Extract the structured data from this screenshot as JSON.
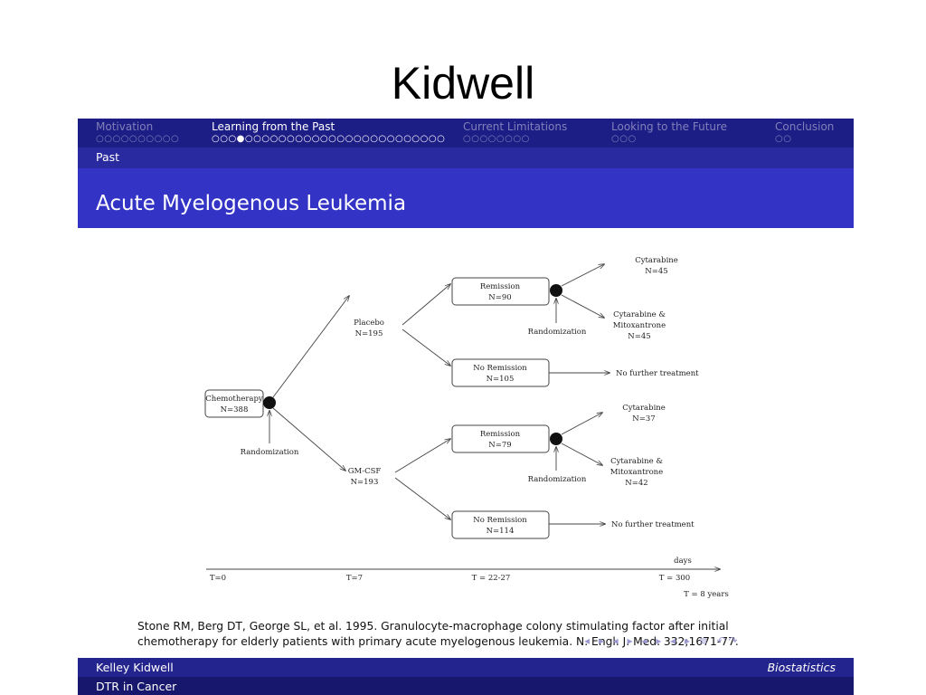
{
  "page": {
    "title": "Kidwell"
  },
  "nav": {
    "sections": [
      {
        "label": "Motivation",
        "dots": "○○○○○○○○○○"
      },
      {
        "label": "Learning from the Past",
        "dots": "○○○●○○○○○○○○○○○○○○○○○○○○○○○○"
      },
      {
        "label": "Current Limitations",
        "dots": "○○○○○○○○"
      },
      {
        "label": "Looking to the Future",
        "dots": "○○○"
      },
      {
        "label": "Conclusion",
        "dots": "○○"
      }
    ],
    "subsection": "Past"
  },
  "frame": {
    "title": "Acute Myelogenous Leukemia"
  },
  "diagram": {
    "chemo": {
      "name": "Chemotherapy",
      "n": "N=388"
    },
    "rand": "Randomization",
    "placebo": {
      "name": "Placebo",
      "n": "N=195"
    },
    "gmcsf": {
      "name": "GM-CSF",
      "n": "N=193"
    },
    "rem1": {
      "name": "Remission",
      "n": "N=90"
    },
    "norem1": {
      "name": "No Remission",
      "n": "N=105"
    },
    "rem2": {
      "name": "Remission",
      "n": "N=79"
    },
    "norem2": {
      "name": "No Remission",
      "n": "N=114"
    },
    "cyt1": {
      "name": "Cytarabine",
      "n": "N=45"
    },
    "cytmito1": {
      "line1": "Cytarabine &",
      "line2": "Mitoxantrone",
      "n": "N=45"
    },
    "cyt2": {
      "name": "Cytarabine",
      "n": "N=37"
    },
    "cytmito2": {
      "line1": "Cytarabine &",
      "line2": "Mitoxantrone",
      "n": "N=42"
    },
    "nofurther": "No further treatment",
    "timeline": {
      "t0": "T=0",
      "t7": "T=7",
      "t22": "T = 22-27",
      "t300": "T = 300",
      "t8y": "T = 8 years",
      "days": "days"
    }
  },
  "citation": {
    "line1": "Stone RM, Berg DT, George SL, et al. 1995. Granulocyte-macrophage colony stimulating factor after initial",
    "line2": "chemotherapy for elderly patients with primary acute myelogenous leukemia. N. Engl. J. Med. 332;1671-77."
  },
  "beamer_nav": "◂ ▸ ◂ ▸ ◂ ▸ ◂ ▸   ≡   ↶↷",
  "footer": {
    "author": "Kelley Kidwell",
    "institute": "Biostatistics",
    "short_title": "DTR in Cancer"
  },
  "colors": {
    "navbar": "#1d1d86",
    "frametitle": "#3333c6",
    "footer": "#24248e"
  }
}
